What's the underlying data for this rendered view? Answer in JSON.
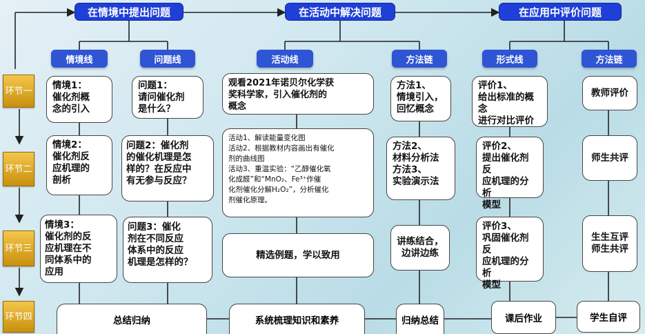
{
  "stages": [
    "在情境中提出问题",
    "在活动中解决问题",
    "在应用中评价问题"
  ],
  "lanes": [
    "情境线",
    "问题线",
    "活动线",
    "方法链",
    "形式线",
    "方法链"
  ],
  "huanjie": [
    "环节一",
    "环节二",
    "环节三",
    "环节四"
  ],
  "situation": [
    "情境1：\n催化剂概\n念的引入",
    "情境2：\n催化剂反\n应机理的\n剖析",
    "情境3：\n催化剂的反\n应机理在不\n同体系中的\n应用"
  ],
  "questions": [
    "问题1：\n请问催化剂\n是什么？",
    "问题2：催化剂\n的催化机理是怎\n样的？在反应中\n有无参与反应？",
    "问题3：催化\n剂在不同反应\n体系中的反应\n机理是怎样的？"
  ],
  "activities": [
    "观看2021年诺贝尔化学获\n奖科学家，引入催化剂的\n概念",
    "活动1、解读能量变化图\n活动2、根据教材内容画出有催化\n剂的曲线图\n活动3、重温实验：“乙醇催化氧\n化成醛”和“MnO₂、Fe³⁺作催\n化剂催化分解H₂O₂”，分析催化\n剂催化原理。",
    "精选例题，学以致用"
  ],
  "methods": [
    "方法1、\n情境引入，\n回忆概念",
    "方法2、\n材料分析法\n方法3、\n实验演示法",
    "讲练结合，\n边讲边练"
  ],
  "forms": [
    "评价1、\n给出标准的概念\n进行对比评价",
    "评价2、\n提出催化剂反\n应机理的分析\n模型",
    "评价3、\n巩固催化剂反\n应机理的分析\n模型"
  ],
  "methods2": [
    "教师评价",
    "师生共评",
    "生生互评\n师生共评"
  ],
  "bottom": [
    "总结归纳",
    "系统梳理知识和素养",
    "归纳总结",
    "课后作业",
    "学生自评"
  ]
}
